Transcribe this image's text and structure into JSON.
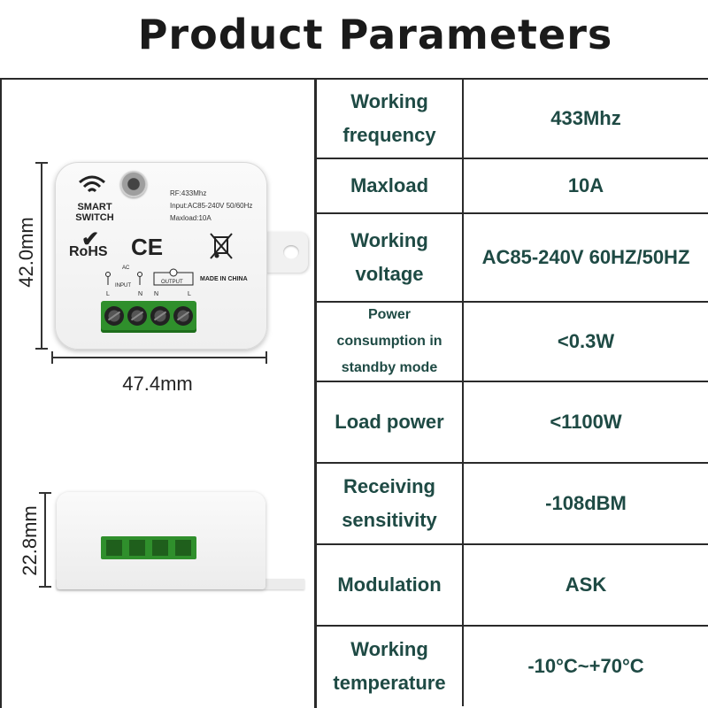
{
  "title": "Product Parameters",
  "dimensions": {
    "height_top": "42.0mm",
    "width_top": "47.4mm",
    "height_side": "22.8mm"
  },
  "device_label": {
    "brand_line1": "SMART",
    "brand_line2": "SWITCH",
    "rf": "RF:433Mhz",
    "input": "Input:AC85-240V 50/60Hz",
    "maxload": "Maxload:10A",
    "rohs": "RoHS",
    "ce": "CE",
    "made_in": "MADE IN CHINA",
    "wiring_ac": "AC",
    "wiring_input": "INPUT",
    "wiring_output": "OUTPUT",
    "wiring_l1": "L",
    "wiring_n1": "N",
    "wiring_n2": "N",
    "wiring_l2": "L"
  },
  "specs": [
    {
      "label": "Working frequency",
      "value": "433Mhz"
    },
    {
      "label": "Maxload",
      "value": "10A"
    },
    {
      "label": "Working voltage",
      "value": "AC85-240V 60HZ/50HZ"
    },
    {
      "label": "Power consumption in standby mode",
      "value": "<0.3W"
    },
    {
      "label": "Load power",
      "value": "<1100W"
    },
    {
      "label": "Receiving sensitivity",
      "value": "-108dBM"
    },
    {
      "label": "Modulation",
      "value": "ASK"
    },
    {
      "label": "Working temperature",
      "value": "-10°C~+70°C"
    }
  ]
}
